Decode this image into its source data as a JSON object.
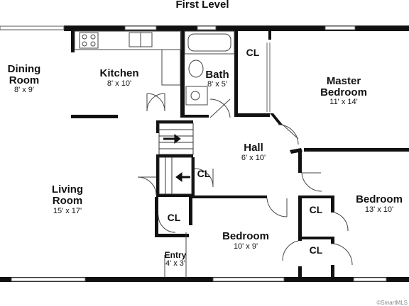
{
  "title": "First Level",
  "rooms": {
    "dining": {
      "name_line1": "Dining",
      "name_line2": "Room",
      "dims": "8' x 9'"
    },
    "kitchen": {
      "name": "Kitchen",
      "dims": "8' x 10'"
    },
    "bath": {
      "name": "Bath",
      "dims": "8' x 5'"
    },
    "master": {
      "name_line1": "Master",
      "name_line2": "Bedroom",
      "dims": "11' x 14'"
    },
    "hall": {
      "name": "Hall",
      "dims": "6' x 10'"
    },
    "living": {
      "name_line1": "Living",
      "name_line2": "Room",
      "dims": "15' x 17'"
    },
    "bedroom_center": {
      "name": "Bedroom",
      "dims": "10' x 9'"
    },
    "bedroom_right": {
      "name": "Bedroom",
      "dims": "13' x 10'"
    },
    "entry": {
      "name": "Entry",
      "dims": "4' x 3'"
    }
  },
  "closets": {
    "master_closet": "CL",
    "stair_closet": "CL",
    "entry_closet": "CL",
    "right_closet_top": "CL",
    "right_closet_bottom": "CL"
  },
  "credit": "©SmartMLS"
}
